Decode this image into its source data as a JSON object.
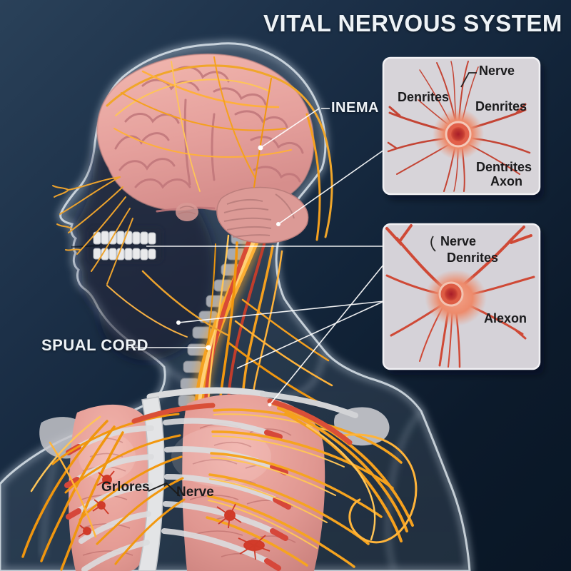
{
  "title": "VITAL NERVOUS SYSTEM",
  "body_labels": {
    "brain_label": "INEMA",
    "spinal_cord_label": "SPUAL CORD",
    "ganglion_label": "Grlores",
    "nerve_label": "Nerve"
  },
  "inset_top": {
    "nerve_label": "Nerve",
    "dendrites_left_label": "Denrites",
    "dendrites_right_label": "Denrites",
    "dendrites_bottom_label": "Dentrites",
    "axon_label": "Axon"
  },
  "inset_bottom": {
    "nerve_label": "Nerve",
    "dendrites_label": "Denrites",
    "axon_label": "Alexon"
  },
  "colors": {
    "background_top": "#2a4159",
    "background_bottom": "#091625",
    "nerve_orange": "#f5a01e",
    "nerve_yellow": "#ffc557",
    "artery_red": "#d94f38",
    "brain_pink": "#e9aca7",
    "lung_pink": "#e29a93",
    "bone_gray": "#dcdde0",
    "panel_background": "#d7d4d9",
    "panel_border": "#f2f1f4",
    "label_light": "#eef3f7",
    "label_dark": "#1a1a1c",
    "neuron_red": "#c9422f"
  }
}
